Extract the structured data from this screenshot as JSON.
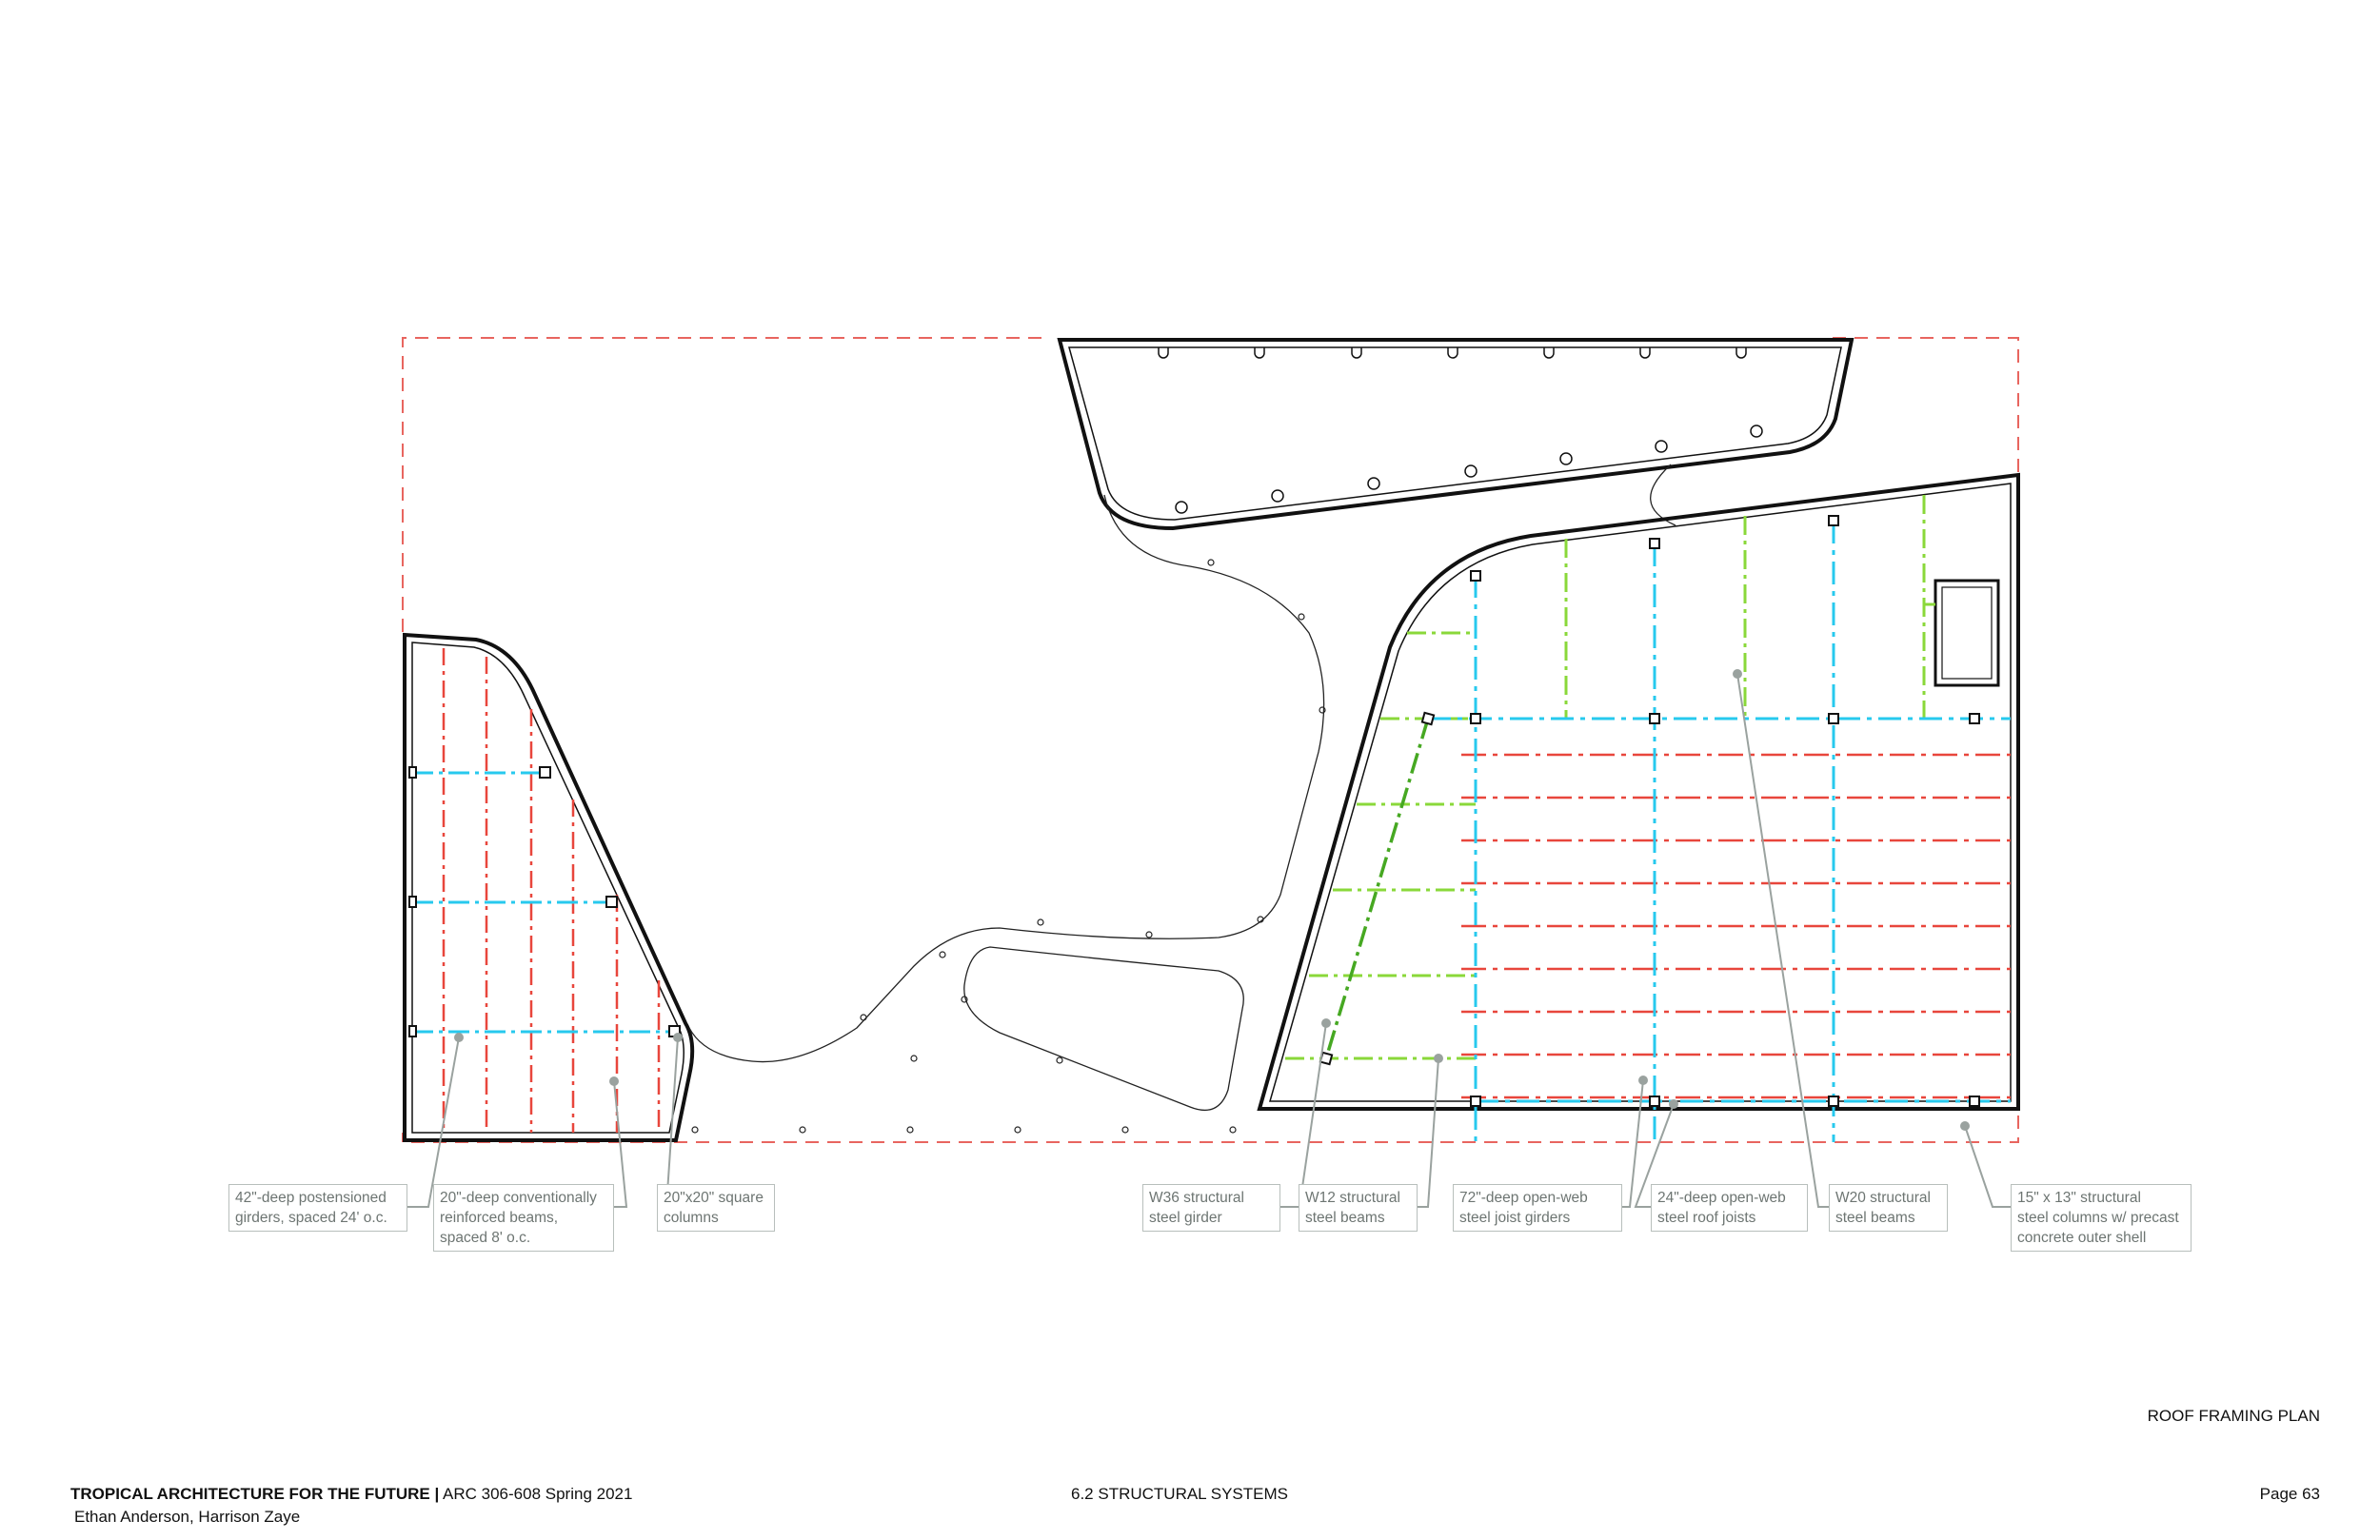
{
  "plan": {
    "title": "ROOF FRAMING PLAN",
    "colors": {
      "wall": "#111111",
      "outline_dash": "#e8655f",
      "girder": "#27c9ee",
      "beam_red": "#e8463c",
      "beam_green": "#8ad83a",
      "steel_girder": "#46a822",
      "leader": "#9aa29f",
      "label_text": "#6d7572"
    }
  },
  "labels": {
    "postensioned": [
      "42\"-deep postensioned",
      "girders, spaced 24' o.c."
    ],
    "conventional": [
      "20\"-deep conventionally",
      "reinforced beams,",
      "spaced 8' o.c."
    ],
    "square_columns": [
      "20\"x20\" square",
      "columns"
    ],
    "w36": [
      "W36 structural",
      "steel girder"
    ],
    "w12": [
      "W12 structural",
      "steel beams"
    ],
    "joist_girders": [
      "72\"-deep open-web",
      "steel joist girders"
    ],
    "roof_joists": [
      "24\"-deep open-web",
      "steel roof joists"
    ],
    "w20": [
      "W20 structural",
      "steel beams"
    ],
    "steel_columns": [
      "15\" x 13\" structural",
      "steel columns w/ precast",
      "concrete outer shell"
    ]
  },
  "footer": {
    "project_title": "TROPICAL ARCHITECTURE FOR THE FUTURE |",
    "course": " ARC 306-608 Spring 2021",
    "authors": "Ethan Anderson, Harrison Zaye",
    "section": "6.2 STRUCTURAL SYSTEMS",
    "page": "Page 63"
  }
}
